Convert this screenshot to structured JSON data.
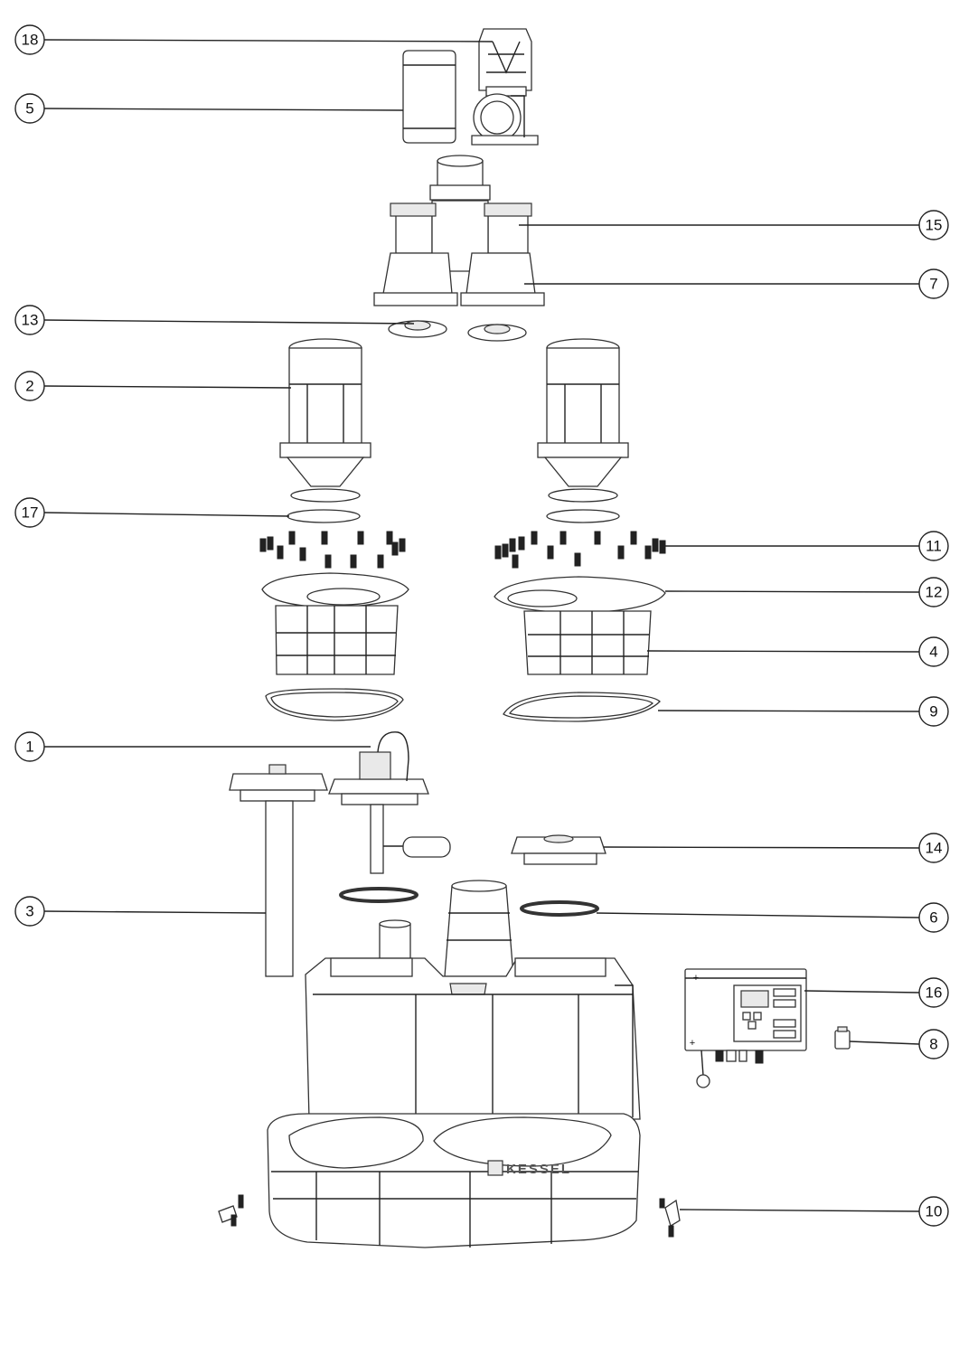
{
  "diagram": {
    "brand_label": "KESSEL",
    "callouts": [
      {
        "id": "c18",
        "number": "18"
      },
      {
        "id": "c5",
        "number": "5"
      },
      {
        "id": "c15",
        "number": "15"
      },
      {
        "id": "c7",
        "number": "7"
      },
      {
        "id": "c13",
        "number": "13"
      },
      {
        "id": "c2",
        "number": "2"
      },
      {
        "id": "c17",
        "number": "17"
      },
      {
        "id": "c11",
        "number": "11"
      },
      {
        "id": "c12",
        "number": "12"
      },
      {
        "id": "c4",
        "number": "4"
      },
      {
        "id": "c9",
        "number": "9"
      },
      {
        "id": "c1",
        "number": "1"
      },
      {
        "id": "c14",
        "number": "14"
      },
      {
        "id": "c3",
        "number": "3"
      },
      {
        "id": "c6",
        "number": "6"
      },
      {
        "id": "c16",
        "number": "16"
      },
      {
        "id": "c8",
        "number": "8"
      },
      {
        "id": "c10",
        "number": "10"
      }
    ]
  }
}
